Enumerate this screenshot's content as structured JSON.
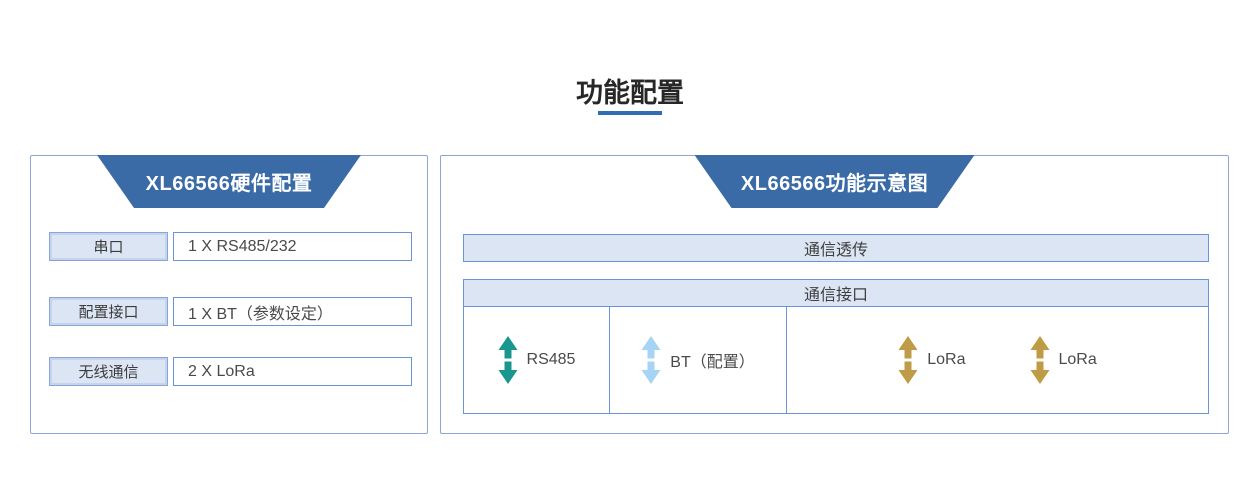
{
  "title": {
    "text": "功能配置"
  },
  "colors": {
    "header_blue": "#3a6ba6",
    "underline_blue": "#2f6db5",
    "box_border_blue": "#6b94d6",
    "panel_border_blue": "#8ca6d8",
    "light_fill": "#dce5f3",
    "teal_arrow": "#1a968e",
    "lightblue_arrow": "#a7d3f4",
    "gold_arrow": "#bf9a47"
  },
  "left_panel": {
    "header": "XL66566硬件配置",
    "rows": [
      {
        "label": "串口",
        "value": "1 X RS485/232"
      },
      {
        "label": "配置接口",
        "value": "1 X BT（参数设定）"
      },
      {
        "label": "无线通信",
        "value": "2 X LoRa"
      }
    ]
  },
  "right_panel": {
    "header": "XL66566功能示意图",
    "transparent_bar": "通信透传",
    "interface_header": "通信接口",
    "interfaces": [
      {
        "label": "RS485",
        "arrow_color": "#1a968e"
      },
      {
        "label": "BT（配置）",
        "arrow_color": "#a7d3f4"
      },
      {
        "label": "LoRa",
        "arrow_color": "#bf9a47"
      },
      {
        "label": "LoRa",
        "arrow_color": "#bf9a47"
      }
    ]
  }
}
